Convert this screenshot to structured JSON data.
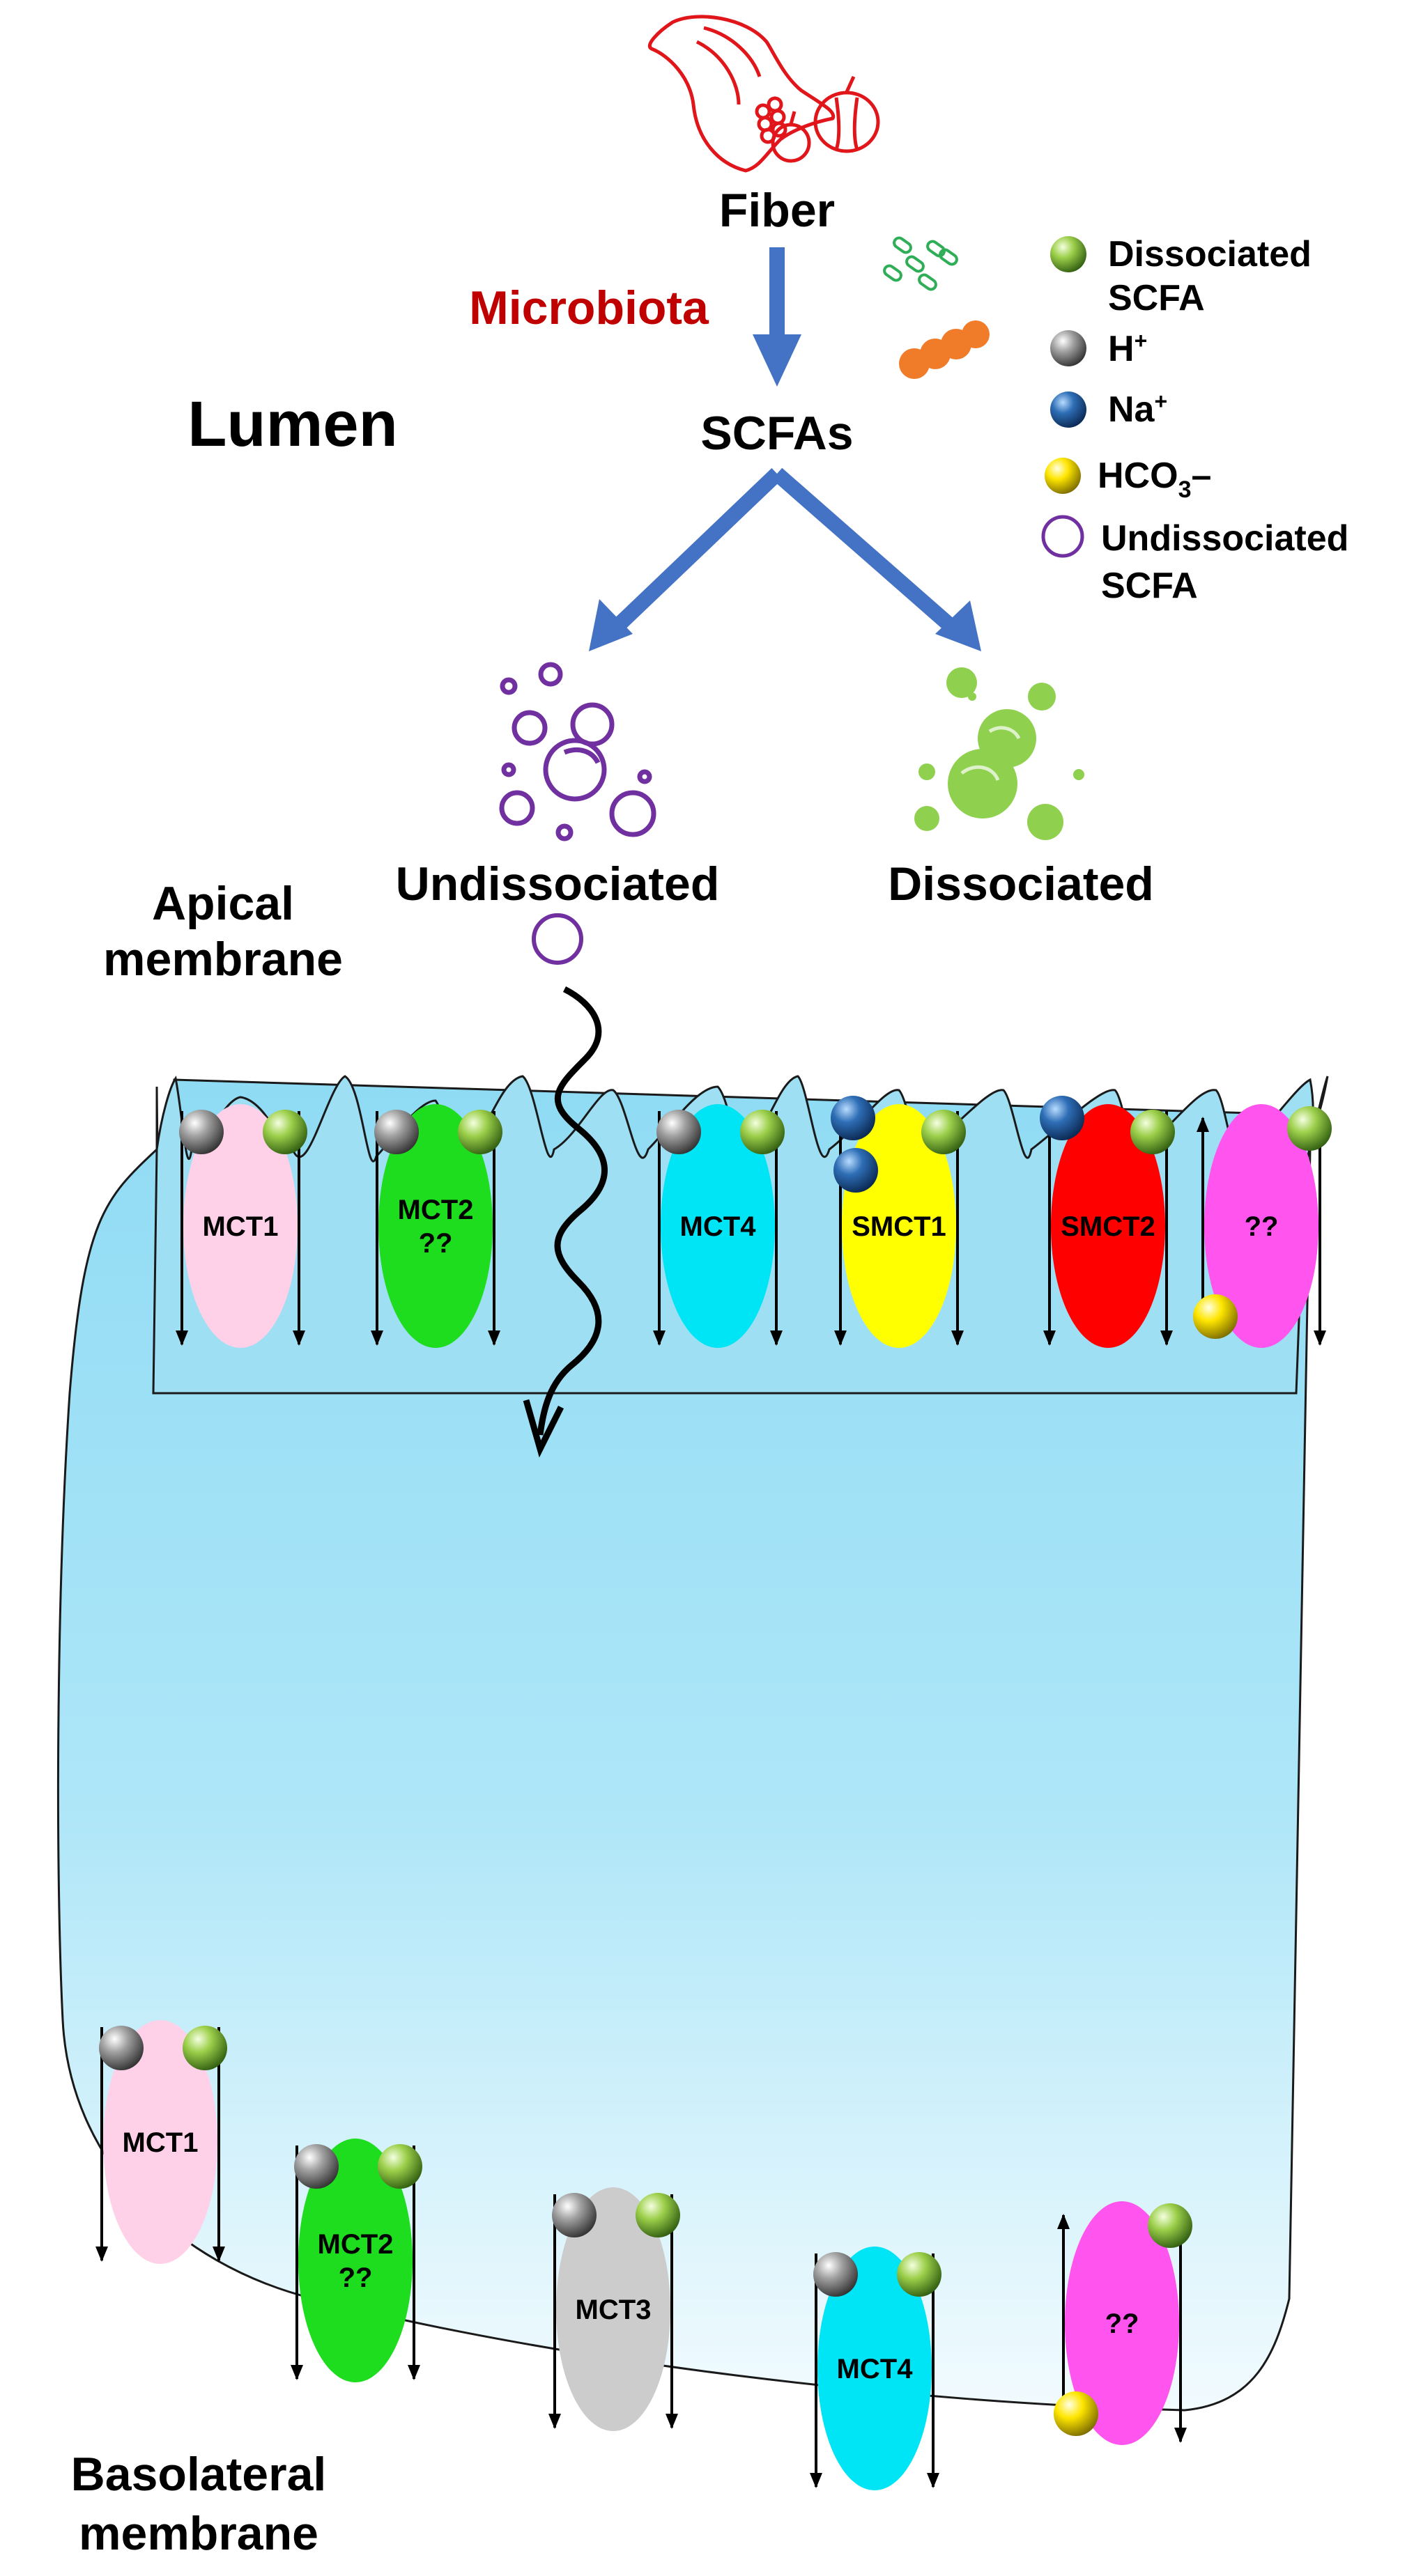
{
  "source": {
    "label": "Fiber"
  },
  "process": {
    "label": "Microbiota",
    "color": "#c00000"
  },
  "product": {
    "label": "SCFAs"
  },
  "compartment": {
    "label": "Lumen"
  },
  "forms": {
    "undissociated": "Undissociated",
    "dissociated": "Dissociated"
  },
  "membranes": {
    "apical": [
      "Apical",
      "membrane"
    ],
    "basolateral": [
      "Basolateral",
      "membrane"
    ]
  },
  "legend": {
    "dissociated": [
      "Dissociated",
      "SCFA"
    ],
    "h": {
      "base": "H",
      "sup": "+"
    },
    "na": {
      "base": "Na",
      "sup": "+"
    },
    "hco3": {
      "base": "HCO",
      "sub": "3",
      "tail": "–"
    },
    "undissociated": [
      "Undissociated",
      "SCFA"
    ]
  },
  "colors": {
    "arrow": "#4472c4",
    "cell": "#9edff4",
    "undissociated": "#7030a0",
    "dissociated": "#8fd14f",
    "proton": "#8c8c8c",
    "sodium": "#1f5fa8",
    "bicarbonate": "#ffe800"
  },
  "apical_transporters": [
    {
      "label": "MCT1",
      "color": "#ffd1e8"
    },
    {
      "label": "MCT2\n??",
      "color": "#1edc1e"
    },
    {
      "label": "MCT4",
      "color": "#00e5f5"
    },
    {
      "label": "SMCT1",
      "color": "#ffff00"
    },
    {
      "label": "SMCT2",
      "color": "#ff0000"
    },
    {
      "label": "??",
      "color": "#ff55ee"
    }
  ],
  "basolateral_transporters": [
    {
      "label": "MCT1",
      "color": "#ffd1e8"
    },
    {
      "label": "MCT2\n??",
      "color": "#1edc1e"
    },
    {
      "label": "MCT3",
      "color": "#cccccc"
    },
    {
      "label": "MCT4",
      "color": "#00e5f5"
    },
    {
      "label": "??",
      "color": "#ff55ee"
    }
  ]
}
